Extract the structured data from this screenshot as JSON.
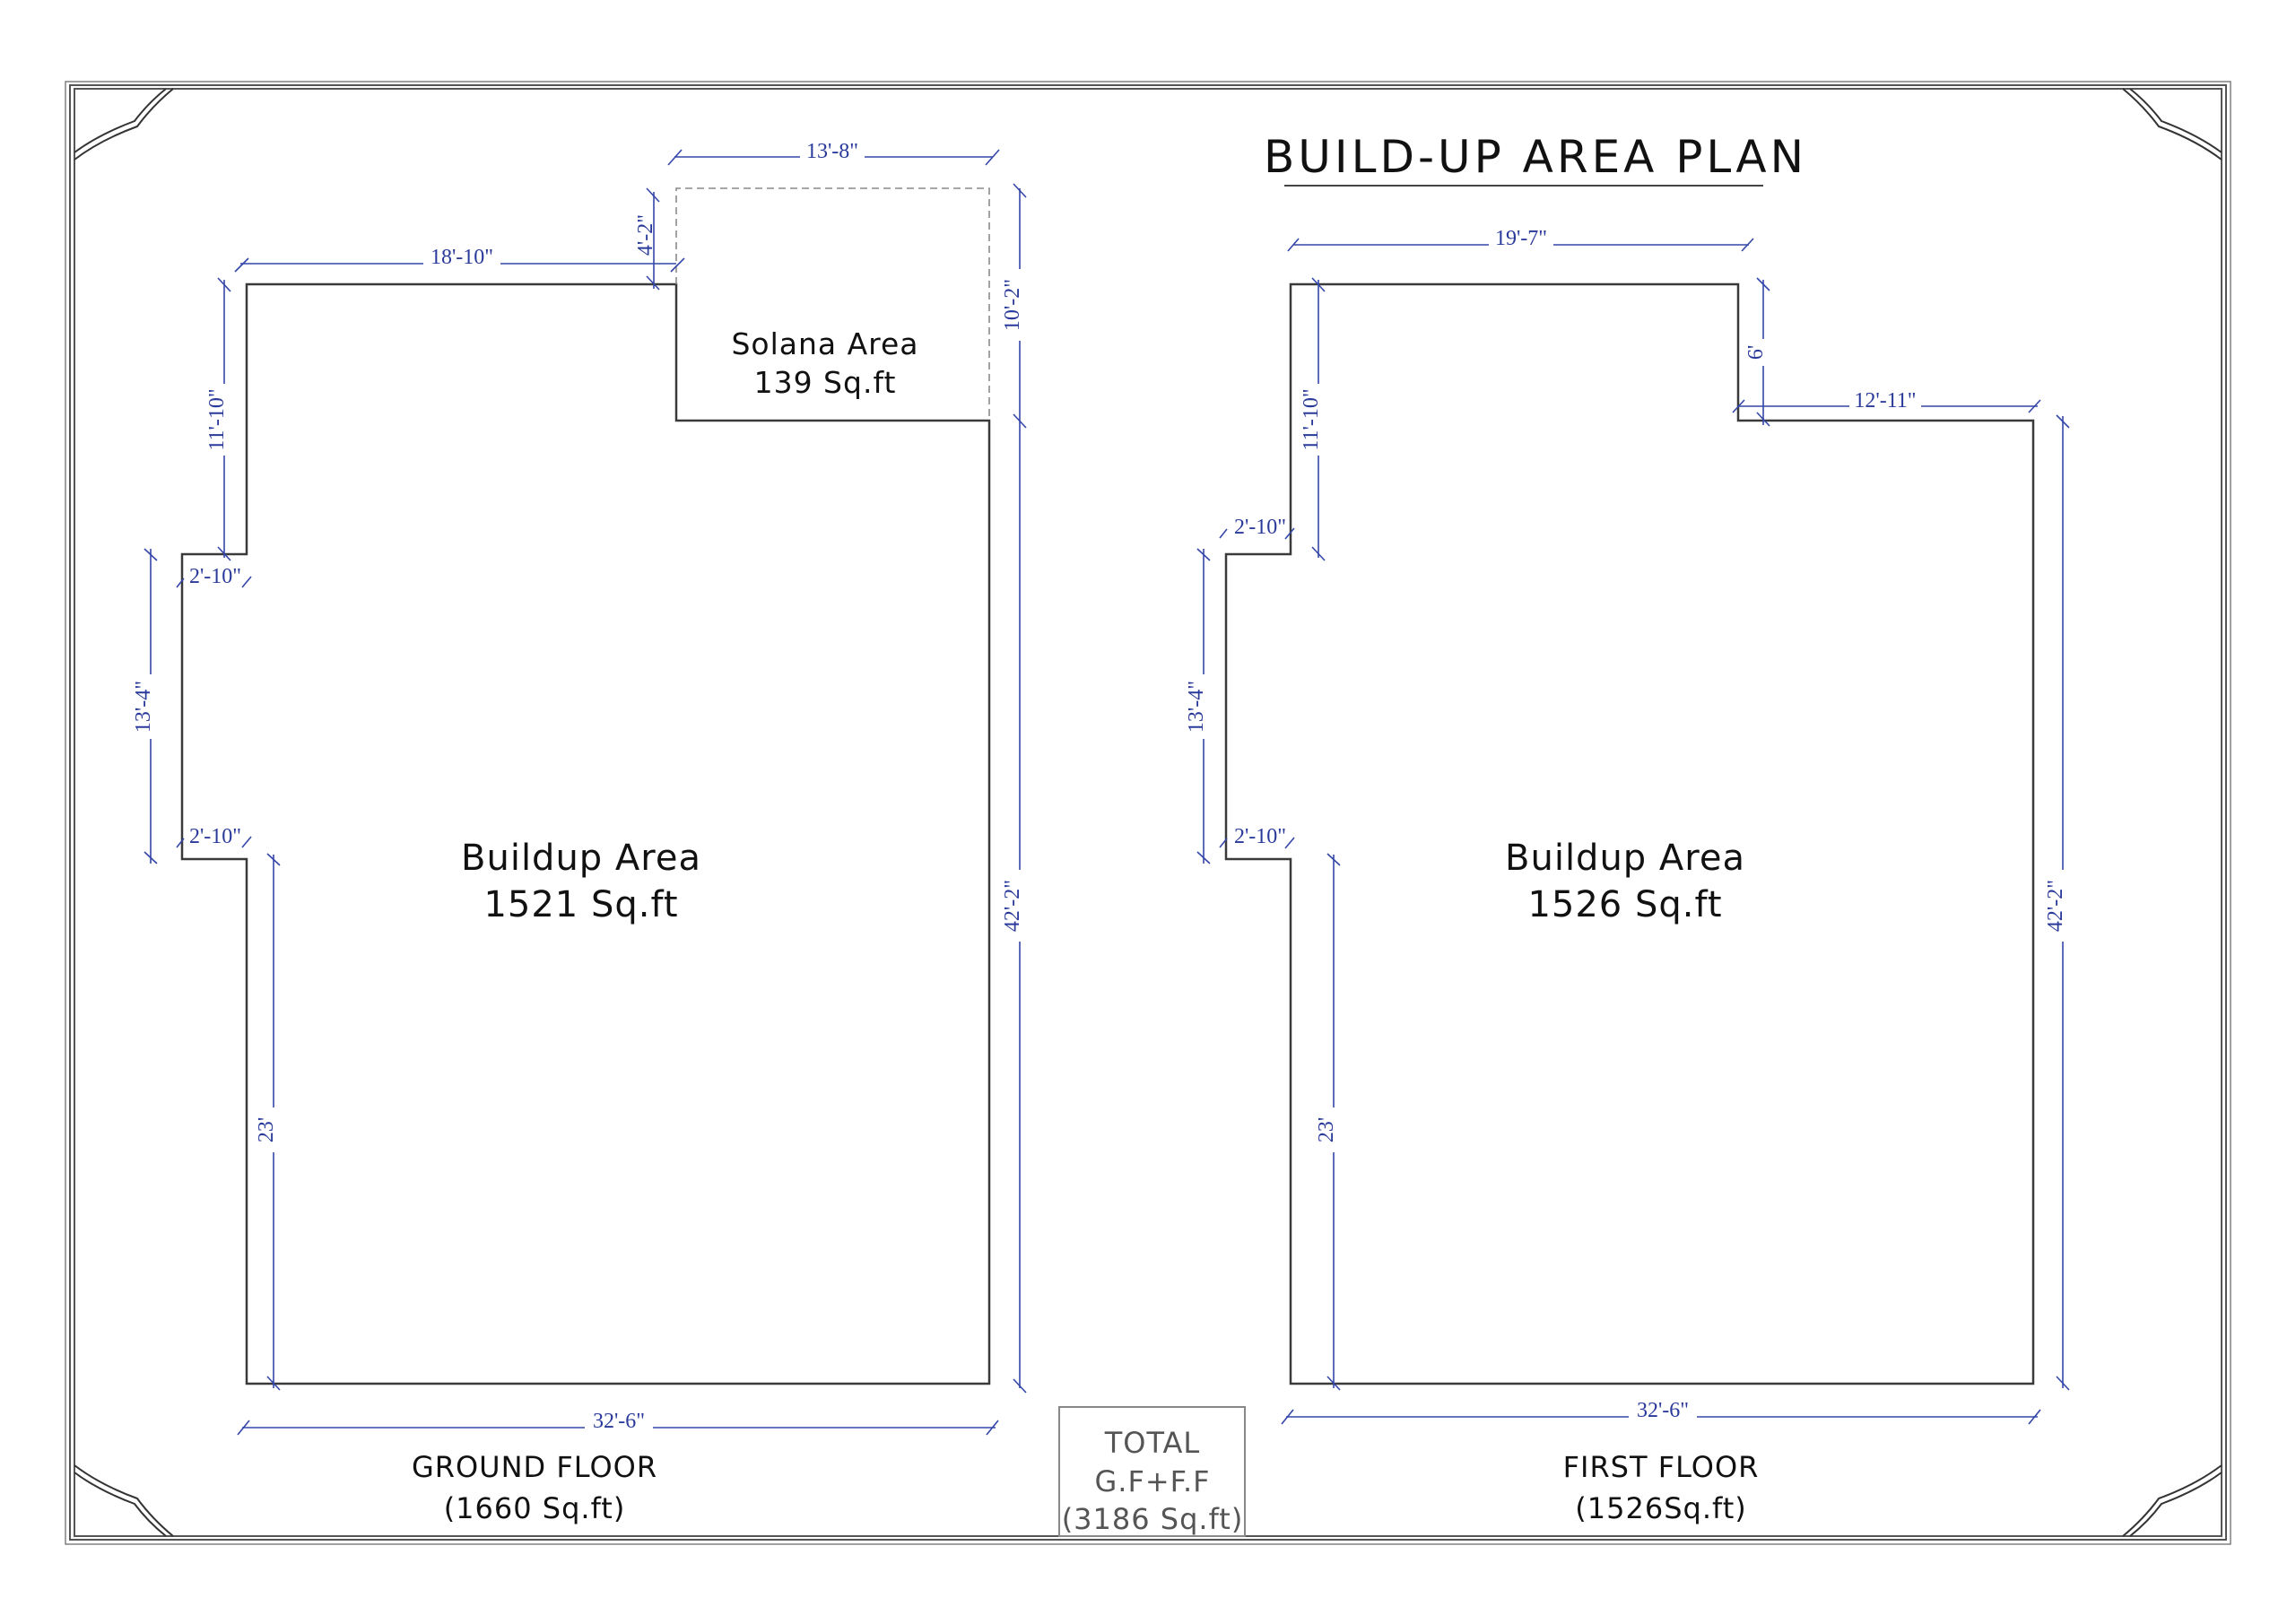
{
  "title": "BUILD-UP AREA PLAN",
  "ground_floor": {
    "label": "GROUND FLOOR",
    "area_label": "(1660 Sq.ft)",
    "buildup": {
      "name": "Buildup Area",
      "area": "1521 Sq.ft"
    },
    "solana": {
      "name": "Solana Area",
      "area": "139 Sq.ft"
    },
    "dimensions": {
      "top_main": "18'-10\"",
      "solana_width": "13'-8\"",
      "solana_offset": "4'-2\"",
      "solana_height": "10'-2\"",
      "right_height": "42'-2\"",
      "left_upper": "11'-10\"",
      "notch_upper": "2'-10\"",
      "notch_height": "13'-4\"",
      "notch_lower": "2'-10\"",
      "left_lower": "23'",
      "bottom_width": "32'-6\""
    }
  },
  "first_floor": {
    "label": "FIRST FLOOR",
    "area_label": "(1526Sq.ft)",
    "buildup": {
      "name": "Buildup Area",
      "area": "1526 Sq.ft"
    },
    "dimensions": {
      "top_width": "19'-7\"",
      "step_height": "6'",
      "step_width": "12'-11\"",
      "right_height": "42'-2\"",
      "left_upper": "11'-10\"",
      "notch_upper": "2'-10\"",
      "notch_height": "13'-4\"",
      "notch_lower": "2'-10\"",
      "left_lower": "23'",
      "bottom_width": "32'-6\""
    }
  },
  "total": {
    "line1": "TOTAL",
    "line2": "G.F+F.F",
    "line3": "(3186 Sq.ft)"
  },
  "colors": {
    "dimension": "#3446a8",
    "wall": "#3a3a3a"
  }
}
